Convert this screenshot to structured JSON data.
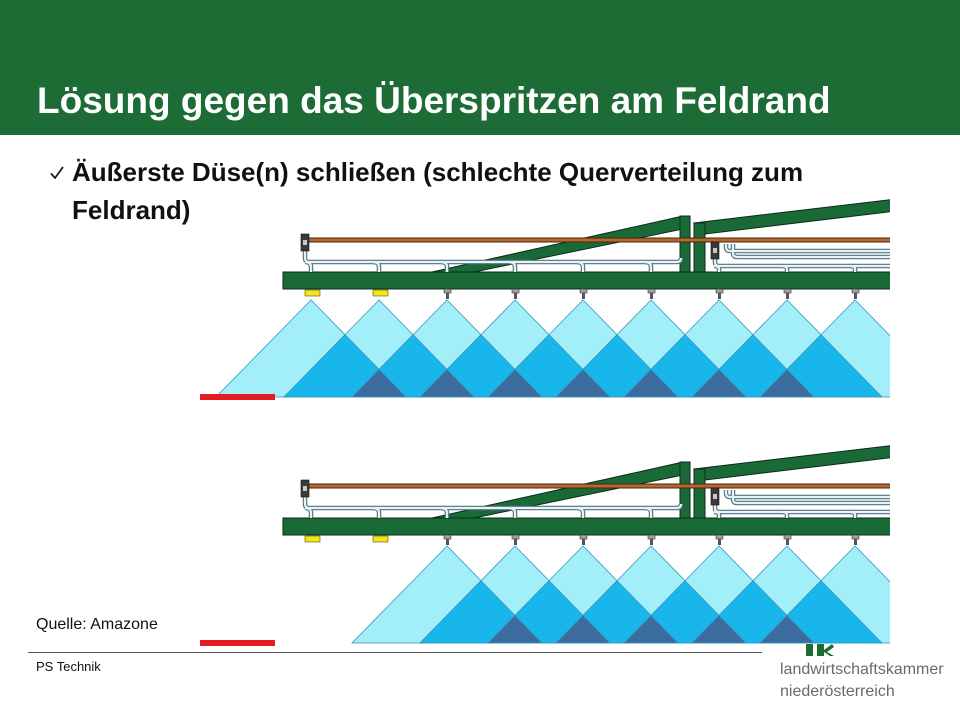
{
  "title": "Lösung gegen das Überspritzen am Feldrand",
  "bullet": {
    "icon": "check-icon",
    "text": "Äußerste Düse(n) schließen (schlechte Querverteilung zum Feldrand)"
  },
  "diagrams": [
    {
      "closed_edge_nozzles": 0
    },
    {
      "closed_edge_nozzles": 2
    }
  ],
  "source": "Quelle: Amazone",
  "footer": {
    "label": "PS Technik"
  },
  "logo": {
    "line1": "landwirtschaftskammer",
    "line2": "niederösterreich"
  },
  "colors": {
    "header_bg": "#1d6b35",
    "frame_green": "#1a6a38",
    "frame_outline": "#0c2a18",
    "spray_single": "#a3eff9",
    "spray_double": "#19b6ec",
    "spray_triple": "#3c6b9d",
    "spray_outline": "#3597bf",
    "field_edge": "#e41b23",
    "supply_pipe": "#b7682f",
    "hose": "#e3f5fa",
    "nozzle_edge": "#f2e41e",
    "footer_line": "#555555",
    "logo_text": "#6a6a6a",
    "logo_mark": "#1d6b35"
  }
}
